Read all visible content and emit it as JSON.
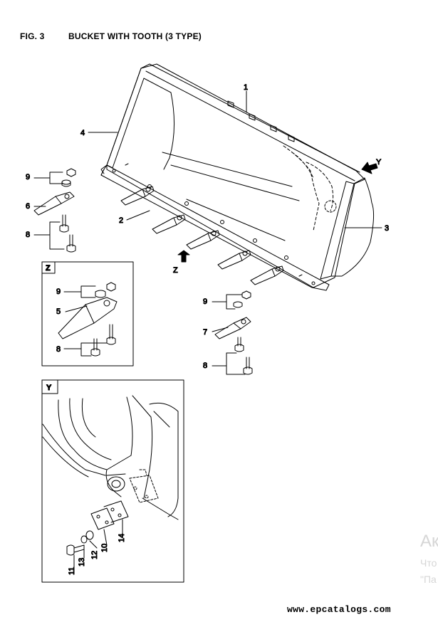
{
  "figure": {
    "label": "FIG. 3",
    "title": "BUCKET WITH TOOTH (3 TYPE)"
  },
  "callouts": {
    "c1": "1",
    "c2": "2",
    "c3": "3",
    "c4": "4",
    "c5": "5",
    "c6": "6",
    "c7": "7",
    "c8a": "8",
    "c8b": "8",
    "c8c": "8",
    "c9a": "9",
    "c9b": "9",
    "c9c": "9",
    "c10": "10",
    "c11": "11",
    "c12": "12",
    "c13": "13",
    "c14": "14"
  },
  "views": {
    "z_arrow": "Z",
    "y_arrow": "Y",
    "z_box": "Z",
    "y_box": "Y"
  },
  "footer": {
    "site": "www.epcatalogs.com"
  },
  "watermark": {
    "line1": "Ак",
    "line2": "Что",
    "line3": "\"Па"
  }
}
